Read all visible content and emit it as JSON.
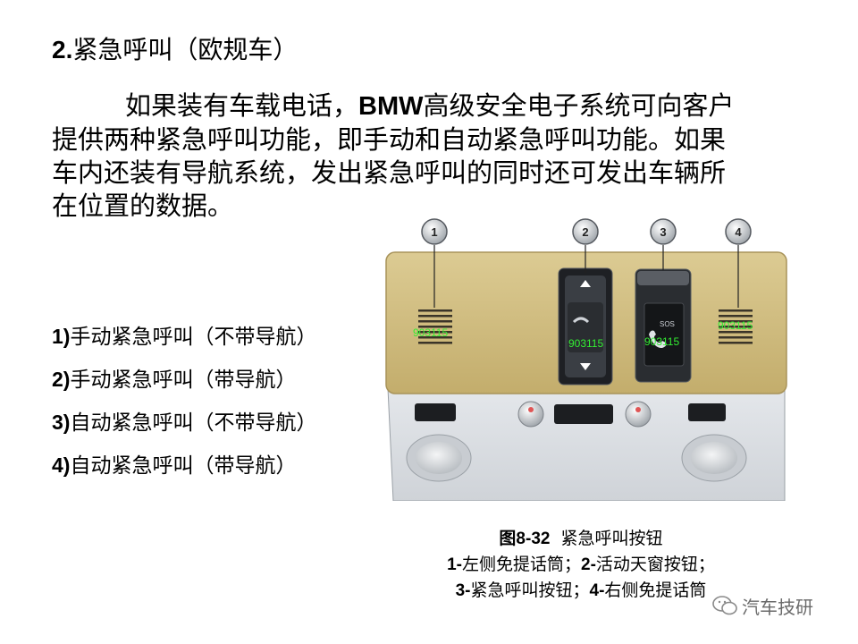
{
  "heading": {
    "number": "2.",
    "text": "紧急呼叫（欧规车）"
  },
  "paragraph": {
    "line1_a": "如果装有车载电话，",
    "line1_brand": "BMW",
    "line1_b": "高级安全电子系统可向客户",
    "line2": "提供两种紧急呼叫功能，即手动和自动紧急呼叫功能。如果",
    "line3": "车内还装有导航系统，发出紧急呼叫的同时还可发出车辆所",
    "line4": "在位置的数据。"
  },
  "list": [
    {
      "num": "1)",
      "text": "手动紧急呼叫（不带导航）"
    },
    {
      "num": "2)",
      "text": "手动紧急呼叫（带导航）"
    },
    {
      "num": "3)",
      "text": "自动紧急呼叫（不带导航）"
    },
    {
      "num": "4)",
      "text": "自动紧急呼叫（带导航）"
    }
  ],
  "figure": {
    "callouts": [
      "1",
      "2",
      "3",
      "4"
    ],
    "labels": {
      "left_speaker": "903115",
      "sunroof_button": "903115",
      "sos_button": "903115",
      "right_speaker": "903115"
    },
    "sos_text": "SOS",
    "colors": {
      "panel": "#d2bf84",
      "lower": "#d8dce1",
      "button": "#2a2d31",
      "label_green": "#33ee33"
    }
  },
  "caption": {
    "fig_label": "图8-32",
    "fig_title": "紧急呼叫按钮",
    "line2_n1": "1-",
    "line2_t1": "左侧免提话筒；",
    "line2_n2": "2-",
    "line2_t2": "活动天窗按钮；",
    "line3_n1": "3-",
    "line3_t1": "紧急呼叫按钮；",
    "line3_n2": "4-",
    "line3_t2": "右侧免提话筒"
  },
  "watermark": {
    "text": "汽车技研",
    "icon": "wechat-icon"
  }
}
